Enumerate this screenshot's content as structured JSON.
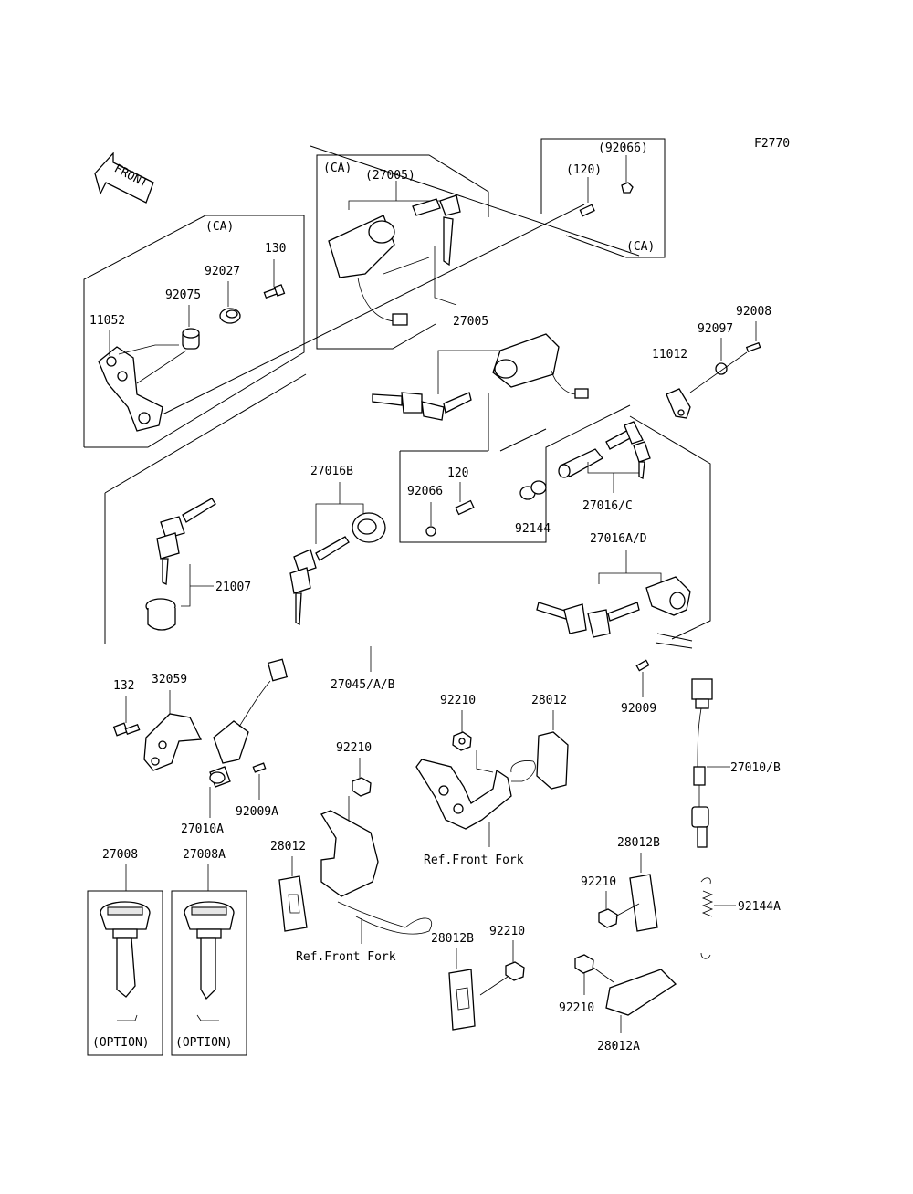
{
  "figure_code": "F2770",
  "front_label": "FRONT",
  "labels": {
    "p92066a": "(92066)",
    "p120a": "(120)",
    "ca_right": "(CA)",
    "ca_mid": "(CA)",
    "p27005a": "(27005)",
    "ca_left": "(CA)",
    "p130": "130",
    "p92027": "92027",
    "p92075": "92075",
    "p11052": "11052",
    "p27005": "27005",
    "p92008": "92008",
    "p92097": "92097",
    "p11012": "11012",
    "p120": "120",
    "p92066": "92066",
    "p92144": "92144",
    "p27016C": "27016/C",
    "p27016B": "27016B",
    "p27016AD": "27016A/D",
    "p21007": "21007",
    "p27045": "27045/A/B",
    "p92009": "92009",
    "p132": "132",
    "p32059": "32059",
    "p92210a": "92210",
    "p28012a": "28012",
    "p92210b": "92210",
    "p27010B": "27010/B",
    "p92009A": "92009A",
    "p27010A": "27010A",
    "ref1": "Ref.Front Fork",
    "p27008": "27008",
    "p27008A": "27008A",
    "p28012b": "28012",
    "p28012B1": "28012B",
    "p92210c": "92210",
    "p92144A": "92144A",
    "ref2": "Ref.Front Fork",
    "p28012B2": "28012B",
    "p92210d": "92210",
    "p92210e": "92210",
    "p28012A": "28012A",
    "opt1": "(OPTION)",
    "opt2": "(OPTION)"
  }
}
